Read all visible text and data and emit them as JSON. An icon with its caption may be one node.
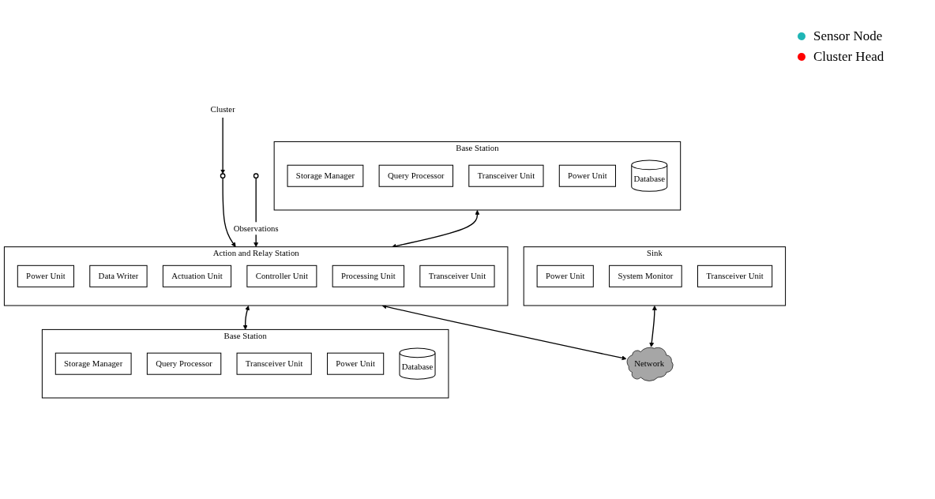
{
  "diagram": {
    "nodes": [
      {
        "text": [],
        "shape": "circle"
      },
      {
        "text": [],
        "shape": "circle"
      },
      {
        "text": [
          "Cluster"
        ]
      },
      {
        "text": [
          "Base Station"
        ]
      },
      {
        "text": [
          "Storage Manager"
        ],
        "in": 3
      },
      {
        "text": [
          "Query Processor"
        ],
        "in": 3
      },
      {
        "text": [
          "Transceiver Unit"
        ],
        "in": 3
      },
      {
        "text": [
          "Power Unit"
        ],
        "in": 3
      },
      {
        "text": [
          "Database"
        ],
        "in": 3
      },
      {
        "text": [
          "Action and Relay Station"
        ]
      },
      {
        "text": [
          "Power Unit"
        ],
        "in": 9
      },
      {
        "text": [
          "Data Writer"
        ],
        "in": 9
      },
      {
        "text": [
          "Actuation Unit"
        ],
        "in": 9
      },
      {
        "text": [
          "Controller Unit"
        ],
        "in": 9
      },
      {
        "text": [
          "Processing Unit"
        ],
        "in": 9
      },
      {
        "text": [
          "Transceiver Unit"
        ],
        "in": 9
      },
      {
        "text": [
          "Base Station"
        ]
      },
      {
        "text": [
          "Storage Manager"
        ],
        "in": 16
      },
      {
        "text": [
          "Query Processor"
        ],
        "in": 16
      },
      {
        "text": [
          "Transceiver Unit"
        ],
        "in": 16
      },
      {
        "text": [
          "Power Unit"
        ],
        "in": 16
      },
      {
        "text": [
          "Database"
        ],
        "in": 16
      },
      {
        "text": [
          "Sink"
        ]
      },
      {
        "text": [
          "Power Unit"
        ],
        "in": 22
      },
      {
        "text": [
          "System Monitor"
        ],
        "in": 22
      },
      {
        "text": [
          "Transceiver Unit"
        ],
        "in": 22
      },
      {
        "text": [
          "Network"
        ]
      }
    ],
    "edges": [
      {
        "from": 2,
        "to": 0,
        "arrow": "to"
      },
      {
        "from": 0,
        "to": 9,
        "arrow": "to"
      },
      {
        "from": 1,
        "to": 9,
        "arrow": "to",
        "label": "Observations"
      },
      {
        "from": 3,
        "to": 9,
        "arrow": "both"
      },
      {
        "from": 9,
        "to": 16,
        "arrow": "both"
      },
      {
        "from": 9,
        "to": 26,
        "arrow": "both"
      },
      {
        "from": 22,
        "to": 26,
        "arrow": "both"
      }
    ],
    "legend": [
      {
        "text": "Sensor Node",
        "color": "#1fb5b5"
      },
      {
        "text": "Cluster Head",
        "color": "#ff0000"
      }
    ]
  }
}
